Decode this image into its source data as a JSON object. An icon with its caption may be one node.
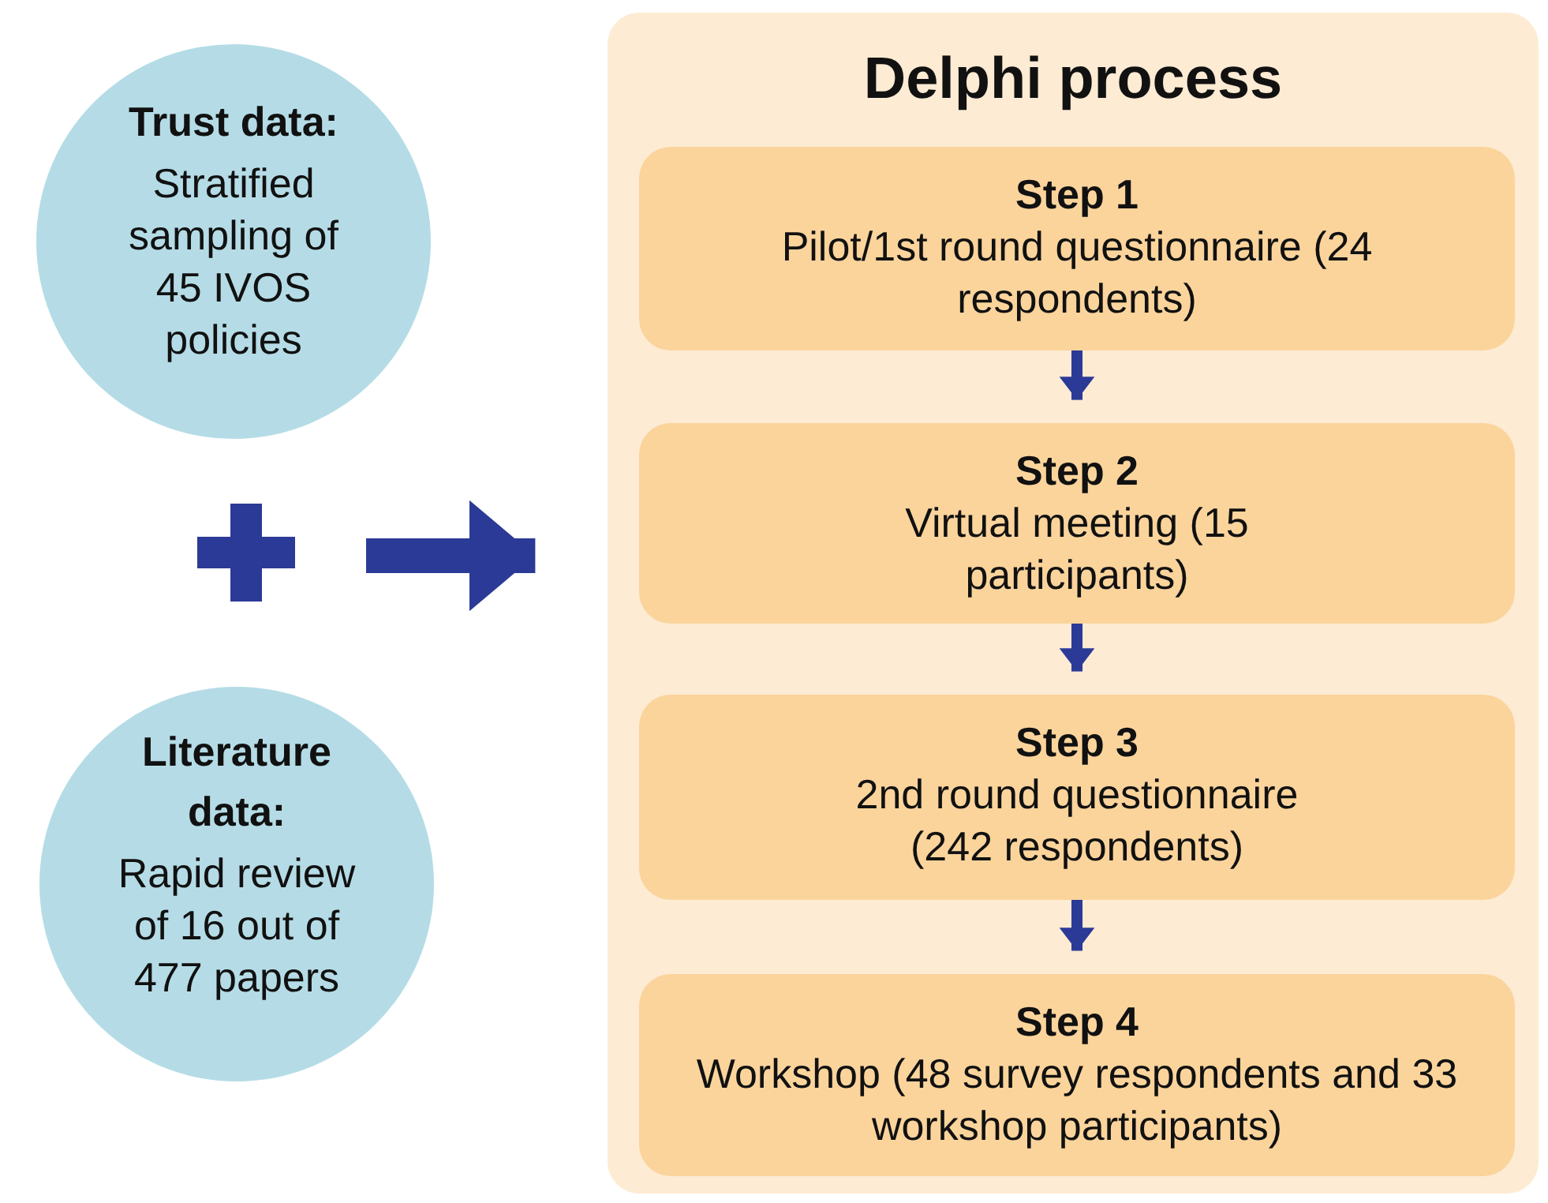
{
  "diagram": {
    "nodes": [
      {
        "text": [
          "Trust data:",
          "Stratified sampling of 45 IVOS policies"
        ]
      },
      {
        "text": [
          "Literature data:",
          "Rapid review of 16 out of 477 papers"
        ]
      },
      {
        "text": [
          "Delphi process"
        ]
      },
      {
        "text": [
          "Step 1",
          "Pilot/1st round questionnaire (24 respondents)"
        ],
        "in": 2
      },
      {
        "text": [
          "Step 2",
          "Virtual meeting (15 participants)"
        ],
        "in": 2
      },
      {
        "text": [
          "Step 3",
          "2nd round questionnaire (242 respondents)"
        ],
        "in": 2
      },
      {
        "text": [
          "Step 4",
          "Workshop (48 survey respondents and 33 workshop participants)"
        ],
        "in": 2
      }
    ],
    "edges": [
      {
        "from": null,
        "to": 2,
        "arrow": "to",
        "style": "thick"
      },
      {
        "from": 3,
        "to": 4,
        "arrow": "to"
      },
      {
        "from": 4,
        "to": 5,
        "arrow": "to"
      },
      {
        "from": 5,
        "to": 6,
        "arrow": "to"
      }
    ]
  }
}
